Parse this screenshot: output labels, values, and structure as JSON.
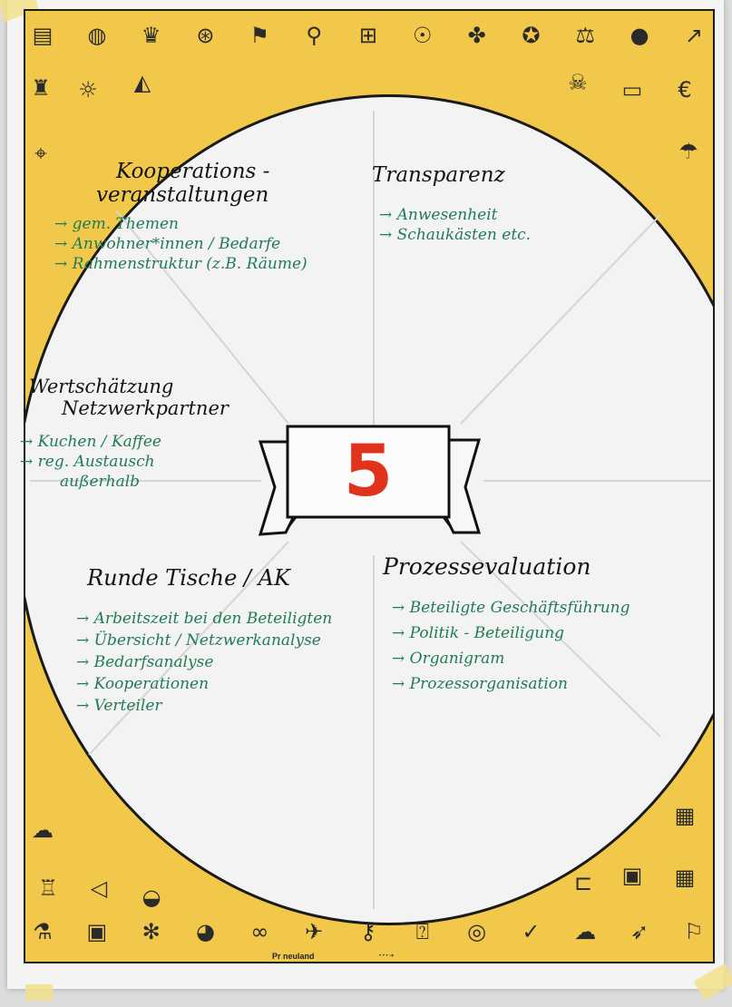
{
  "poster_number": "5",
  "sections": {
    "top_left": {
      "heading": [
        "Kooperations -",
        "veranstaltungen"
      ],
      "items": [
        "→ gem. Themen",
        "→ Anwohner*innen / Bedarfe",
        "→ Rahmenstruktur (z.B. Räume)"
      ]
    },
    "top_right": {
      "heading": [
        "Transparenz"
      ],
      "items": [
        "→ Anwesenheit",
        "→ Schaukästen etc."
      ]
    },
    "middle_left": {
      "heading": [
        "Wertschätzung",
        "Netzwerkpartner"
      ],
      "items": [
        "→ Kuchen / Kaffee",
        "→ reg. Austausch",
        "außerhalb"
      ]
    },
    "bottom_left": {
      "heading": [
        "Runde Tische / AK"
      ],
      "items": [
        "→ Arbeitszeit bei den Beteiligten",
        "→ Übersicht / Netzwerkanalyse",
        "→ Bedarfsanalyse",
        "→ Kooperationen",
        "→ Verteiler"
      ]
    },
    "bottom_right": {
      "heading": [
        "Prozessevaluation"
      ],
      "items": [
        "→ Beteiligte Geschäftsführung",
        "→ Politik - Beteiligung",
        "→ Organigram",
        "→ Prozessorganisation"
      ]
    }
  },
  "footer": {
    "brand": "Pr neuland",
    "tagline": "• • • ➜"
  },
  "icons": {
    "top_row": [
      "document-icon",
      "globe-icon",
      "crown-icon",
      "compass-icon",
      "flag-icon",
      "magnifier-icon",
      "gift-icon",
      "lightbulb-icon",
      "puzzle-icon",
      "medal-icon",
      "scales-icon",
      "bomb-icon",
      "chart-arrow-icon"
    ],
    "bottom_row": [
      "flask-icon",
      "easel-icon",
      "bee-icon",
      "apple-icon",
      "handshake-icon",
      "plane-icon",
      "key-icon",
      "sign-icon",
      "target-icon",
      "checkmark-icon",
      "cloud-icon",
      "rocket-icon",
      "finish-flag-icon"
    ]
  },
  "colors": {
    "frame": "#f2c84b",
    "heading": "#141414",
    "items": "#1f7c52",
    "number": "#e1321c"
  }
}
